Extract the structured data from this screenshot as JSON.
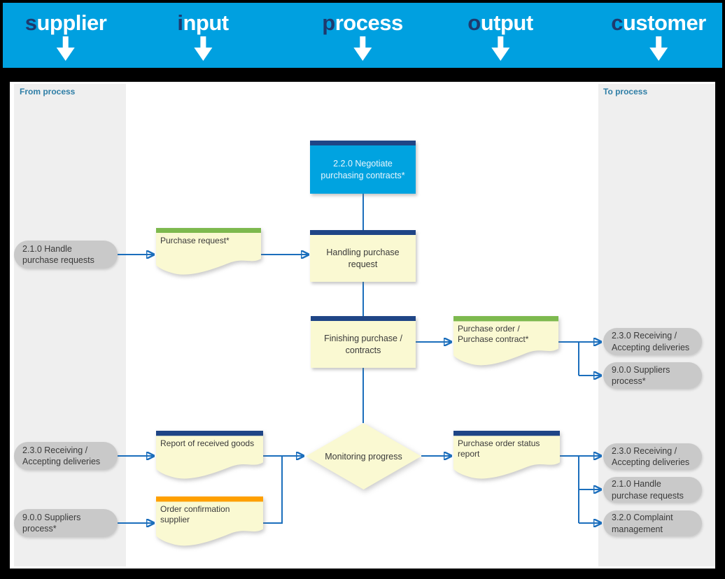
{
  "colors": {
    "header_bg": "#00A0E0",
    "header_initial": "#1E3A6E",
    "header_text": "#FFFFFF",
    "process_blue_fill": "#00A3E0",
    "navy_bar": "#1F4586",
    "green_bar": "#7DB94E",
    "orange_bar": "#FFA000",
    "doc_yellow": "#FAF9D2",
    "pill_gray": "#C9C9C9",
    "lane_gray": "#EFEFEF",
    "connector_blue": "#1B6EBC",
    "lane_label_teal": "#2E7EA6",
    "text_dark": "#3A3A3A"
  },
  "header": {
    "columns": [
      {
        "id": "supplier",
        "initial": "s",
        "rest": "upplier",
        "icon": "down-arrow-icon"
      },
      {
        "id": "input",
        "initial": "i",
        "rest": "nput",
        "icon": "down-arrow-icon"
      },
      {
        "id": "process",
        "initial": "p",
        "rest": "rocess",
        "icon": "down-arrow-icon"
      },
      {
        "id": "output",
        "initial": "o",
        "rest": "utput",
        "icon": "down-arrow-icon"
      },
      {
        "id": "customer",
        "initial": "c",
        "rest": "ustomer",
        "icon": "down-arrow-icon"
      }
    ]
  },
  "lanes": {
    "from_label": "From process",
    "to_label": "To process"
  },
  "suppliers": [
    {
      "label": "2.1.0 Handle purchase requests"
    },
    {
      "label": "2.3.0 Receiving / Accepting deliveries"
    },
    {
      "label": "9.0.0 Suppliers process*"
    }
  ],
  "inputs": [
    {
      "label": "Purchase request*",
      "bar_color": "#7DB94E"
    },
    {
      "label": "Report of received goods",
      "bar_color": "#1F4586"
    },
    {
      "label": "Order confirmation supplier",
      "bar_color": "#FFA000"
    }
  ],
  "process": [
    {
      "label": "2.2.0 Negotiate purchasing contracts*",
      "style": "blue"
    },
    {
      "label": "Handling purchase request",
      "style": "yellow"
    },
    {
      "label": "Finishing purchase / contracts",
      "style": "yellow"
    },
    {
      "label": "Monitoring progress",
      "style": "decision"
    }
  ],
  "outputs": [
    {
      "label": "Purchase order / Purchase contract*",
      "bar_color": "#7DB94E"
    },
    {
      "label": "Purchase order status report",
      "bar_color": "#1F4586"
    }
  ],
  "customers": [
    {
      "label": "2.3.0 Receiving / Accepting deliveries"
    },
    {
      "label": "9.0.0 Suppliers process*"
    },
    {
      "label": "2.3.0 Receiving / Accepting deliveries"
    },
    {
      "label": "2.1.0 Handle purchase requests"
    },
    {
      "label": "3.2.0 Complaint management"
    }
  ]
}
